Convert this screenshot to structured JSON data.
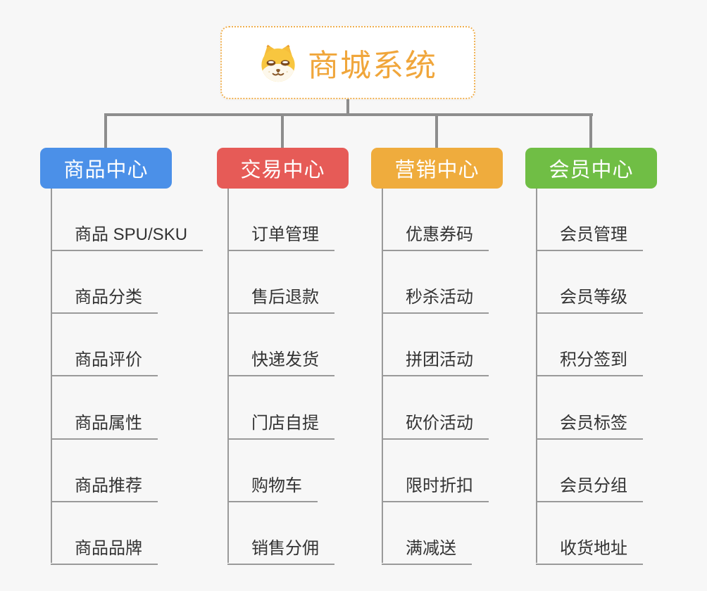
{
  "root": {
    "title": "商城系统",
    "icon": "shiba-dog-icon"
  },
  "branches": [
    {
      "label": "商品中心",
      "color": "#4b90e8",
      "children": [
        "商品 SPU/SKU",
        "商品分类",
        "商品评价",
        "商品属性",
        "商品推荐",
        "商品品牌"
      ]
    },
    {
      "label": "交易中心",
      "color": "#e65b57",
      "children": [
        "订单管理",
        "售后退款",
        "快递发货",
        "门店自提",
        "购物车",
        "销售分佣"
      ]
    },
    {
      "label": "营销中心",
      "color": "#efac3d",
      "children": [
        "优惠券码",
        "秒杀活动",
        "拼团活动",
        "砍价活动",
        "限时折扣",
        "满减送"
      ]
    },
    {
      "label": "会员中心",
      "color": "#70be45",
      "children": [
        "会员管理",
        "会员等级",
        "积分签到",
        "会员标签",
        "会员分组",
        "收货地址"
      ]
    }
  ],
  "colors": {
    "background": "#f7f7f7",
    "root_text": "#f0a63b",
    "root_border": "#f0b050",
    "connector": "#8d8d8d",
    "leaf_line": "#9a9a9a",
    "leaf_text": "#333333"
  }
}
